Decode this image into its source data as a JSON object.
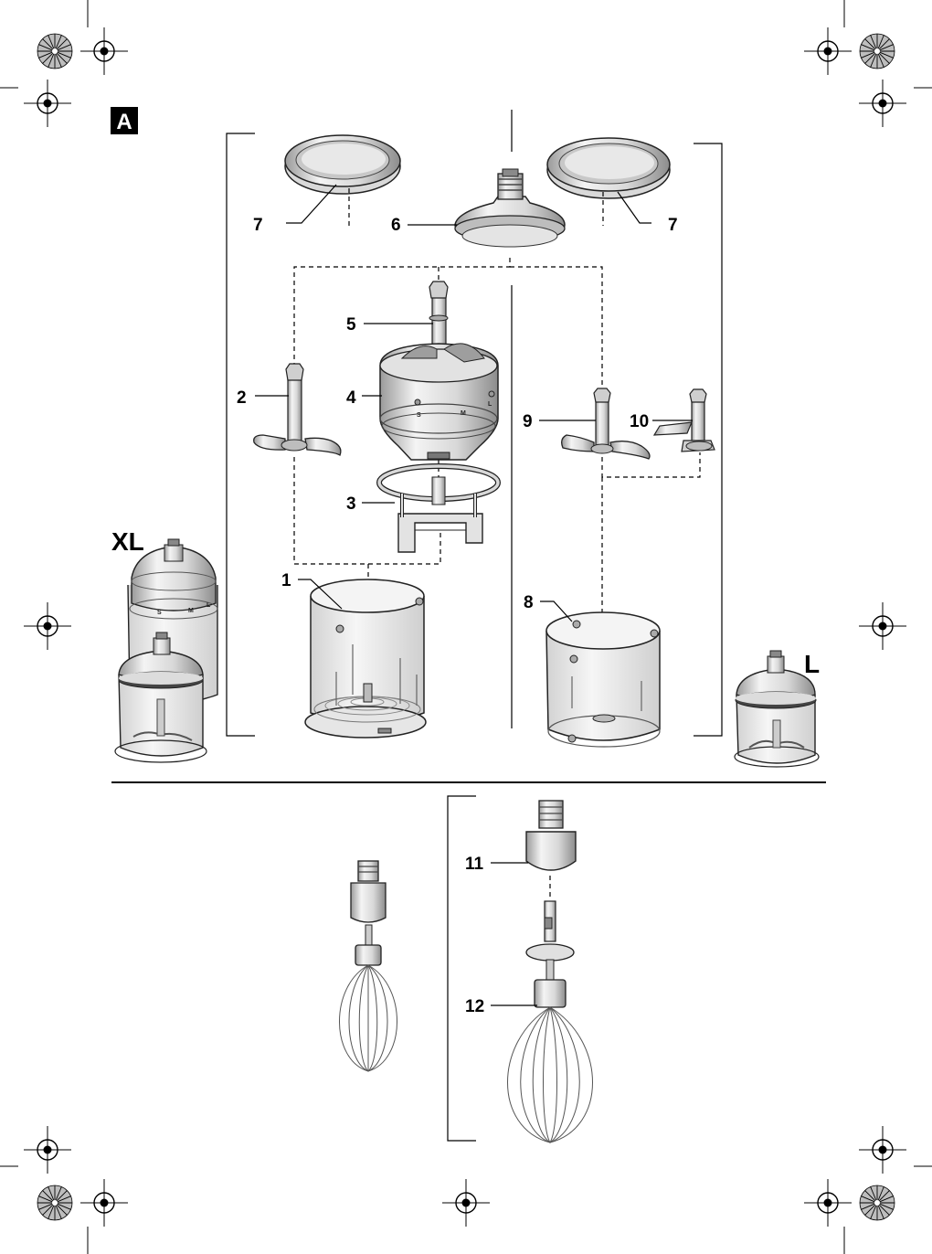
{
  "section_badge": "A",
  "variants": {
    "xl": "XL",
    "l": "L"
  },
  "callouts": {
    "c1": "1",
    "c2": "2",
    "c3": "3",
    "c4": "4",
    "c5": "5",
    "c6": "6",
    "c7_left": "7",
    "c7_right": "7",
    "c8": "8",
    "c9": "9",
    "c10": "10",
    "c11": "11",
    "c12": "12"
  },
  "dial_marks": {
    "s": "S",
    "m": "M",
    "l": "L"
  },
  "colors": {
    "ink": "#000000",
    "metal_light": "#f2f2f2",
    "metal_mid": "#cfcfcf",
    "metal_dark": "#9a9a9a",
    "glass": "#eeeeee"
  }
}
